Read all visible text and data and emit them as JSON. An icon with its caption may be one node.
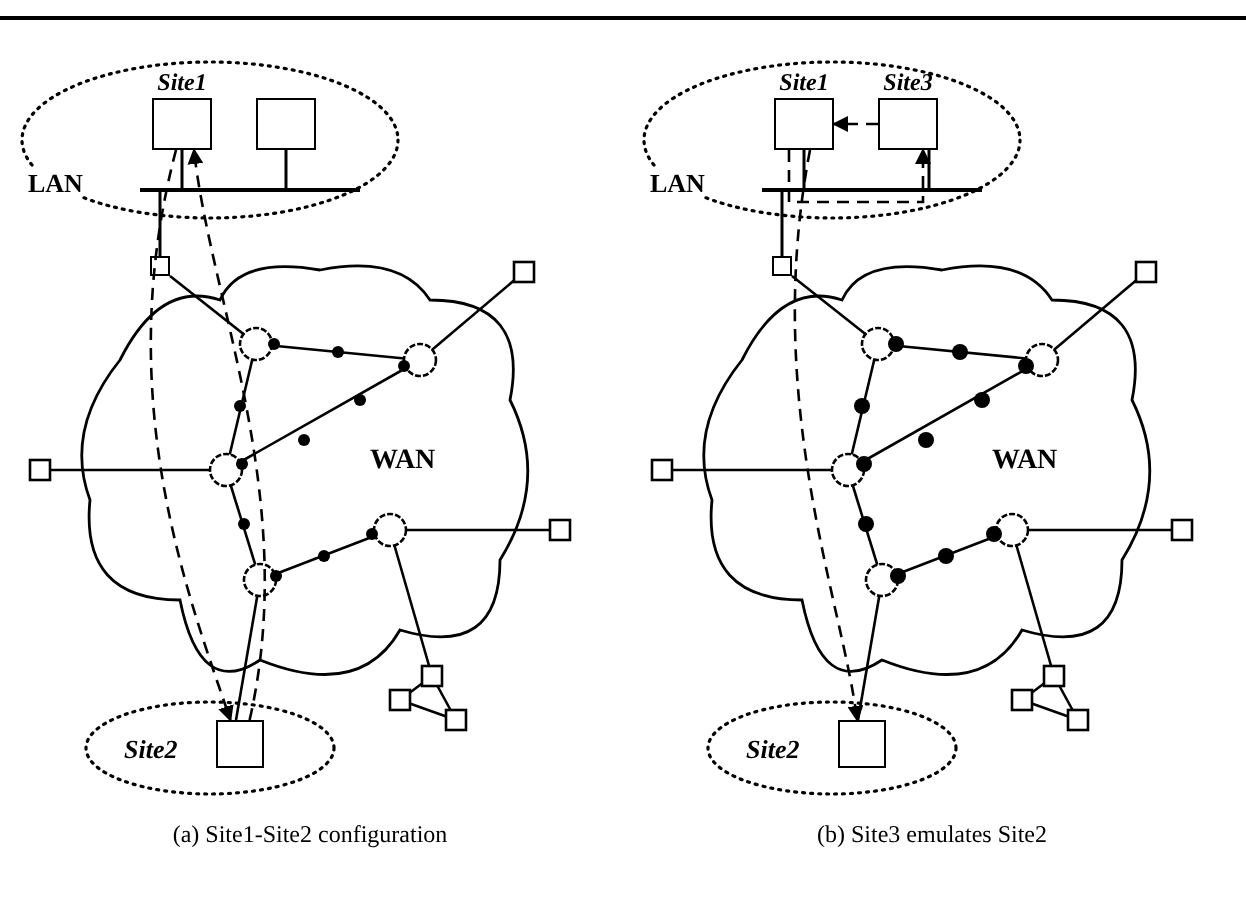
{
  "diagram": {
    "nodes": [
      {
        "text": [],
        "shape": "ellipse"
      },
      {
        "text": [
          "Site1"
        ],
        "in": 0
      },
      {
        "text": [],
        "shape": "box",
        "in": 0
      },
      {
        "text": [],
        "shape": "bar",
        "in": 0
      },
      {
        "text": [],
        "shape": "box"
      },
      {
        "text": [
          "Site2"
        ]
      },
      {
        "text": [],
        "shape": "box",
        "in": 5
      },
      {
        "text": [],
        "shape": "ellipse"
      },
      {
        "text": [
          "Site1"
        ],
        "in": 7
      },
      {
        "text": [
          "Site3"
        ],
        "in": 7
      },
      {
        "text": [],
        "shape": "bar",
        "in": 7
      },
      {
        "text": [],
        "shape": "box"
      },
      {
        "text": [
          "Site2"
        ]
      },
      {
        "text": [],
        "shape": "box",
        "in": 12
      }
    ],
    "edges": [
      {
        "from": 1,
        "to": 6,
        "arrow": "to",
        "style": "dashed"
      },
      {
        "from": 6,
        "to": 1,
        "arrow": "to",
        "style": "dashed"
      },
      {
        "from": 9,
        "to": 8,
        "arrow": "to",
        "style": "dashed"
      },
      {
        "from": 8,
        "to": 9,
        "arrow": "to",
        "style": "dashed"
      },
      {
        "from": 8,
        "to": 13,
        "arrow": "to",
        "style": "dashed"
      },
      {
        "from": 1,
        "to": 3,
        "arrow": "none"
      },
      {
        "from": 2,
        "to": 3,
        "arrow": "none"
      },
      {
        "from": 8,
        "to": 10,
        "arrow": "none"
      },
      {
        "from": 9,
        "to": 10,
        "arrow": "none"
      },
      {
        "from": 3,
        "to": 4,
        "arrow": "none"
      },
      {
        "from": 10,
        "to": 11,
        "arrow": "none"
      }
    ],
    "labels": [
      "LAN",
      "WAN",
      "LAN",
      "WAN",
      "(a) Site1-Site2 configuration",
      "(b) Site3 emulates Site2"
    ]
  }
}
